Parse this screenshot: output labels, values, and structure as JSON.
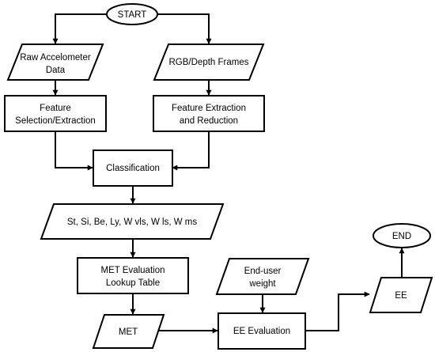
{
  "nodes": {
    "start": "START",
    "raw_accel": [
      "Raw Accelometer",
      "Data"
    ],
    "rgb_depth": "RGB/Depth Frames",
    "feature_sel": [
      "Feature",
      "Selection/Extraction"
    ],
    "feature_ext": [
      "Feature Extraction",
      "and Reduction"
    ],
    "classification": "Classification",
    "activities": "St, Si, Be, Ly, W vls, W ls, W ms",
    "met_lookup": [
      "MET Evaluation",
      "Lookup Table"
    ],
    "end_user_weight": [
      "End-user",
      "weight"
    ],
    "met": "MET",
    "ee_evaluation": "EE Evaluation",
    "ee": "EE",
    "end": "END"
  }
}
